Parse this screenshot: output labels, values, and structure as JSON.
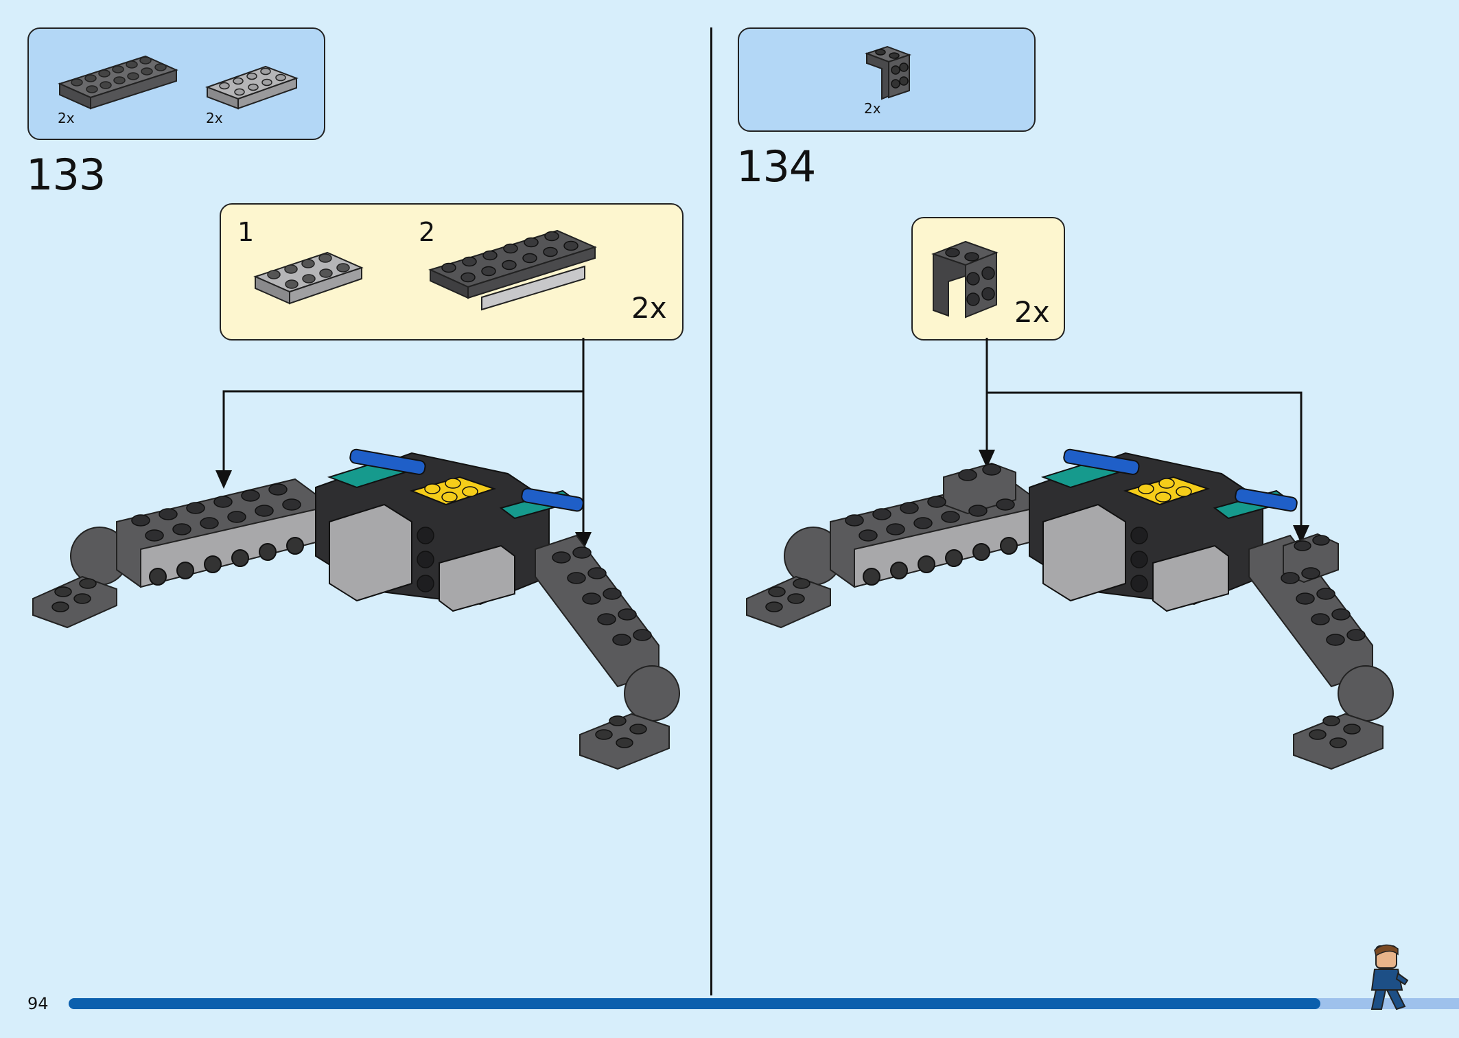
{
  "page": {
    "number": "94",
    "progress_fraction": 0.94
  },
  "step_133": {
    "number": "133",
    "parts": [
      {
        "name": "plate-2x6-dark-gray",
        "qty": "2x"
      },
      {
        "name": "plate-2x4-light-gray",
        "qty": "2x"
      }
    ],
    "sub_steps": [
      {
        "label": "1"
      },
      {
        "label": "2"
      }
    ],
    "sub_multiplier": "2x"
  },
  "step_134": {
    "number": "134",
    "parts": [
      {
        "name": "bracket-1x2-2x2-dark-gray",
        "qty": "2x"
      }
    ],
    "sub_multiplier": "2x"
  },
  "colors": {
    "background": "#d7eefb",
    "parts_box": "#b3d7f6",
    "subassembly_box": "#fdf6cf",
    "dark_gray": "#5a5a5c",
    "black": "#2a2a2c",
    "light_gray": "#a8a8aa",
    "yellow": "#f5cd1a",
    "teal": "#169a8d",
    "blue": "#1f5fc8",
    "progress": "#0b5fad"
  }
}
